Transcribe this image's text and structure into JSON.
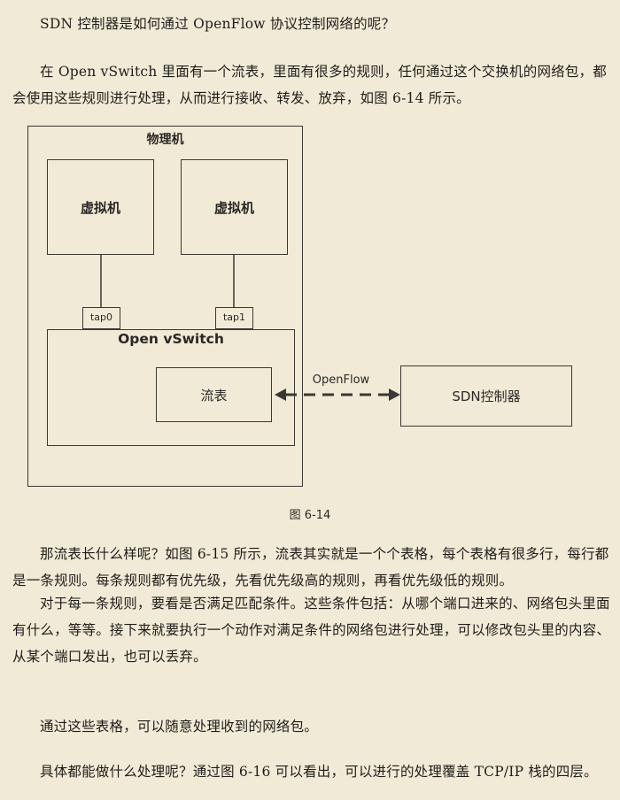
{
  "paragraphs": {
    "p1": "SDN 控制器是如何通过 OpenFlow 协议控制网络的呢？",
    "p2": "在 Open vSwitch 里面有一个流表，里面有很多的规则，任何通过这个交换机的网络包，都会使用这些规则进行处理，从而进行接收、转发、放弃，如图 6-14 所示。",
    "p3": "那流表长什么样呢？如图 6-15 所示，流表其实就是一个个表格，每个表格有很多行，每行都是一条规则。每条规则都有优先级，先看优先级高的规则，再看优先级低的规则。",
    "p4": "对于每一条规则，要看是否满足匹配条件。这些条件包括：从哪个端口进来的、网络包头里面有什么，等等。接下来就要执行一个动作对满足条件的网络包进行处理，可以修改包头里的内容、从某个端口发出，也可以丢弃。",
    "p5": "通过这些表格，可以随意处理收到的网络包。",
    "p6": "具体都能做什么处理呢？通过图 6-16 可以看出，可以进行的处理覆盖 TCP/IP 栈的四层。"
  },
  "figure": {
    "physical_machine": "物理机",
    "vm1": "虚拟机",
    "vm2": "虚拟机",
    "tap0": "tap0",
    "tap1": "tap1",
    "ovs": "Open vSwitch",
    "flow_table": "流表",
    "protocol": "OpenFlow",
    "controller": "SDN控制器",
    "caption": "图 6-14"
  }
}
